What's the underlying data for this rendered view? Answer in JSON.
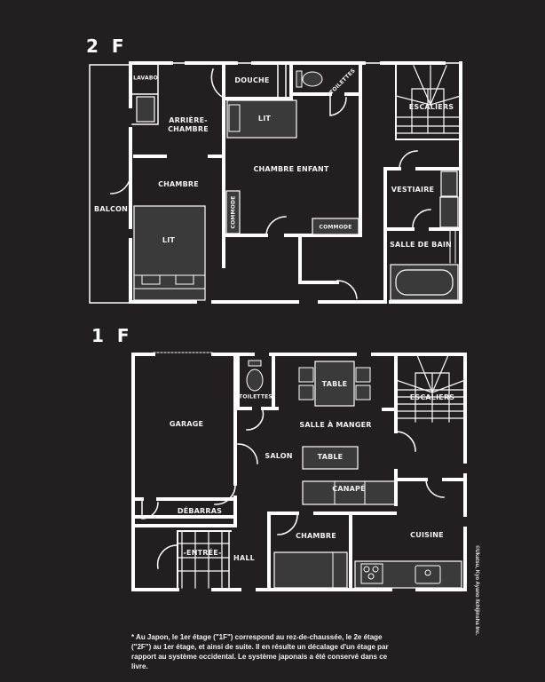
{
  "floors": {
    "upper": {
      "label": "2 F",
      "rooms": {
        "lavabo": "LAVABO",
        "douche": "DOUCHE",
        "toilettes": "TOILETTES",
        "escaliers": "ESCALIERS",
        "arriere_chambre_1": "ARRIÈRE-",
        "arriere_chambre_2": "CHAMBRE",
        "lit_enfant": "LIT",
        "chambre": "CHAMBRE",
        "chambre_enfant": "CHAMBRE ENFANT",
        "vestiaire": "VESTIAIRE",
        "balcon": "BALCON",
        "lit": "LIT",
        "commode_vertical": "COMMODE",
        "commode": "COMMODE",
        "salle_de_bain": "SALLE DE BAIN"
      }
    },
    "ground": {
      "label": "1 F",
      "rooms": {
        "toilettes": "TOILETTES",
        "table_dining": "TABLE",
        "escaliers": "ESCALIERS",
        "garage": "GARAGE",
        "salle_a_manger": "SALLE À MANGER",
        "salon": "SALON",
        "table_salon": "TABLE",
        "canape": "CANAPÉ",
        "debarras": "DÉBARRAS",
        "chambre": "CHAMBRE",
        "cuisine": "CUISINE",
        "entree": "-ENTRÉE-",
        "hall": "HALL"
      }
    }
  },
  "footnote": "* Au Japon, le 1er étage (\"1F\") correspond au rez-de-chaussée, le 2e étage (\"2F\") au 1er étage, et ainsi de suite. Il en résulte un décalage d'un étage par rapport au système occidental. Le système japonais a été conservé dans ce livre.",
  "credit": "©Ukatsu, Kyo Ayano /Ichijinsha Inc.",
  "colors": {
    "background": "#231f20",
    "wall": "#ffffff",
    "furniture_fill": "#3a3a3a",
    "text": "#f2f2f2"
  }
}
